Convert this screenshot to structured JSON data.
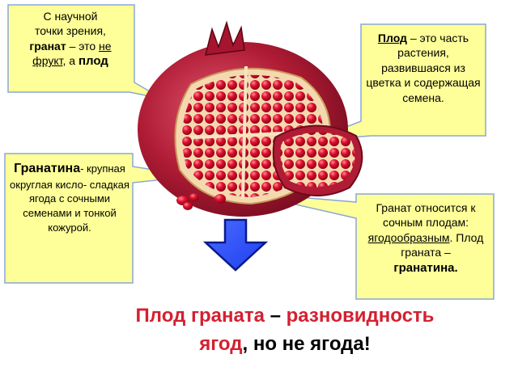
{
  "callouts": {
    "top_left": {
      "line1": "С научной",
      "line2": "точки зрения,",
      "term": "гранат",
      "dash_text": " – это ",
      "ne": "не",
      "fruit": "фрукт",
      "comma_a": ", а ",
      "plod": "плод"
    },
    "top_right": {
      "term": "Плод",
      "text": " – это часть растения, развившаяся из цветка и содержащая семена."
    },
    "mid_left": {
      "term": "Гранатина",
      "text": "- крупная округлая кисло- сладкая ягода с сочными семенами и тонкой кожурой."
    },
    "mid_right": {
      "text1": "Гранат относится к сочным плодам: ",
      "berrylike": "ягодообразным",
      "text2": ". Плод граната –",
      "term": "гранатина."
    }
  },
  "conclusion": {
    "part1": "Плод граната",
    "dash": " – ",
    "part2": "разновидность",
    "part3": "ягод",
    "part4": ", но не ягода!"
  },
  "colors": {
    "callout_fill": "#ffff99",
    "callout_border": "#8aa7d6",
    "arrow": "#1f3ff0",
    "accent_red": "#d42030",
    "pomegranate_skin": "#b01c35",
    "seed": "#e0112e"
  }
}
